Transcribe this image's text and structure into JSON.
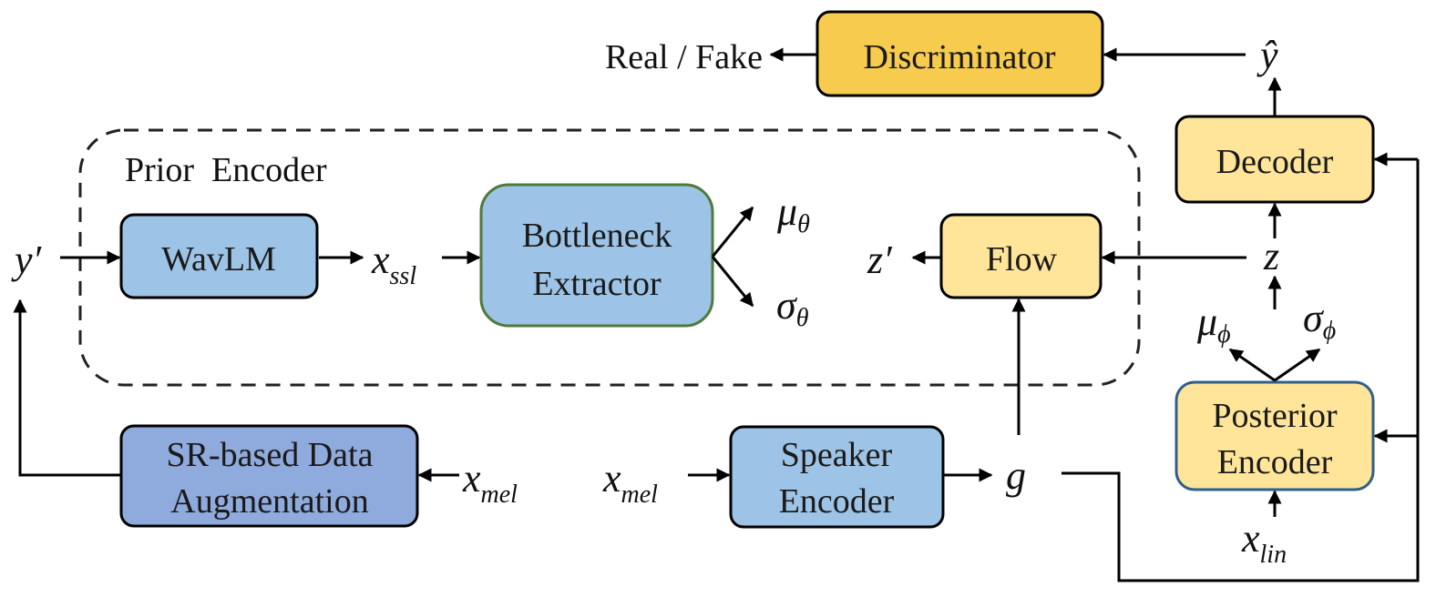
{
  "boxes": {
    "discriminator": "Discriminator",
    "decoder": "Decoder",
    "wavlm": "WavLM",
    "bottleneck_line1": "Bottleneck",
    "bottleneck_line2": "Extractor",
    "flow": "Flow",
    "posterior_line1": "Posterior",
    "posterior_line2": "Encoder",
    "sr_line1": "SR-based Data",
    "sr_line2": "Augmentation",
    "speaker_line1": "Speaker",
    "speaker_line2": "Encoder"
  },
  "labels": {
    "real_fake": "Real / Fake",
    "prior_encoder": "Prior  Encoder"
  },
  "symbols": {
    "y_hat": "ŷ",
    "y_prime": "y′",
    "x": "x",
    "ssl": "ssl",
    "mel": "mel",
    "lin": "lin",
    "mu": "μ",
    "sigma": "σ",
    "theta": "θ",
    "phi": "ϕ",
    "z_prime": "z′",
    "z": "z",
    "g": "g"
  },
  "colors": {
    "discriminator_fill": "#F7CB4D",
    "yellow_box_fill": "#FFE59A",
    "blue_box_fill": "#9DC3E6",
    "sr_box_fill": "#8FAADC",
    "bottleneck_border": "#4E7A3A",
    "posterior_border": "#2F5F8A",
    "line": "#000000"
  }
}
